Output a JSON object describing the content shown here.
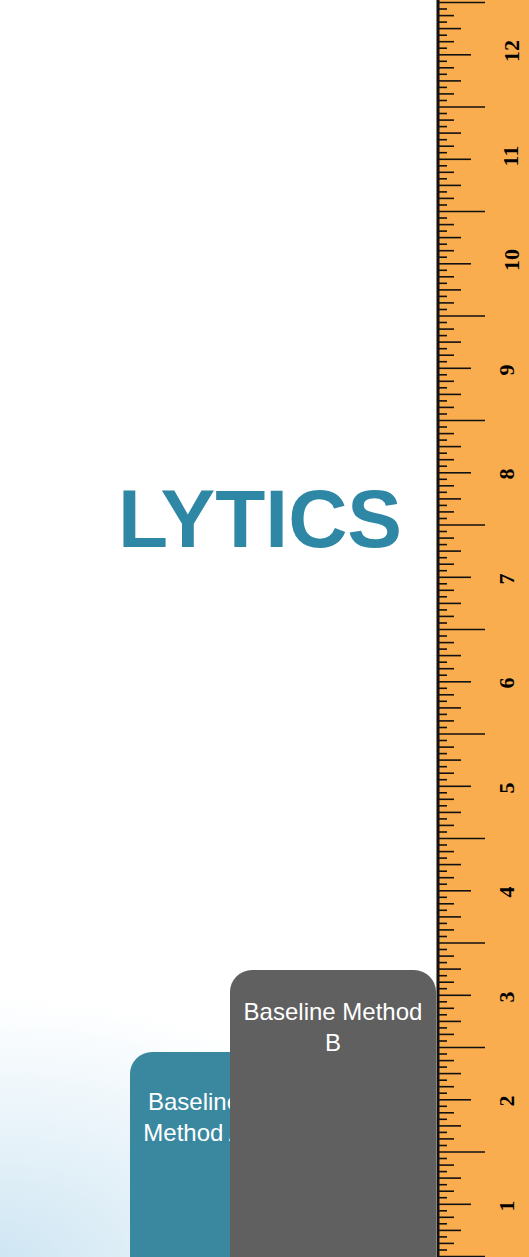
{
  "diagram": {
    "nodes": [
      {
        "text": [
          "Baseline Method A"
        ]
      },
      {
        "text": [
          "Baseline Method B"
        ]
      }
    ],
    "labels": [
      "LYTICS",
      "1",
      "2",
      "3",
      "4",
      "5",
      "6",
      "7",
      "8",
      "9",
      "10",
      "11",
      "12"
    ]
  }
}
